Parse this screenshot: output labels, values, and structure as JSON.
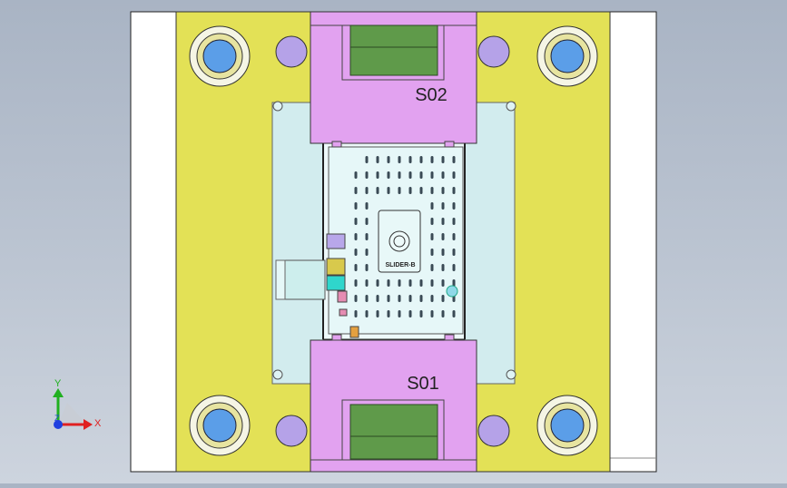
{
  "viewport": {
    "part_labels": {
      "top_slider": "S02",
      "bottom_slider": "S01"
    },
    "engraving_text": "SLIDER-B",
    "axes": {
      "x_label": "X",
      "y_label": "Y",
      "z_label": "Z"
    }
  },
  "colors": {
    "background_top": "#a9b4c4",
    "background_bottom": "#cdd4de",
    "plate": "#e3e156",
    "side_plate": "#ffffff",
    "cavity": "#e3f6f6",
    "slider": "#e2a2f0",
    "wedge": "#5f9a4a",
    "guide_pin": "#5b9ee8",
    "screw": "#b5a2e8",
    "axis_x": "#e02020",
    "axis_y": "#20b020",
    "axis_z": "#2040e0"
  }
}
